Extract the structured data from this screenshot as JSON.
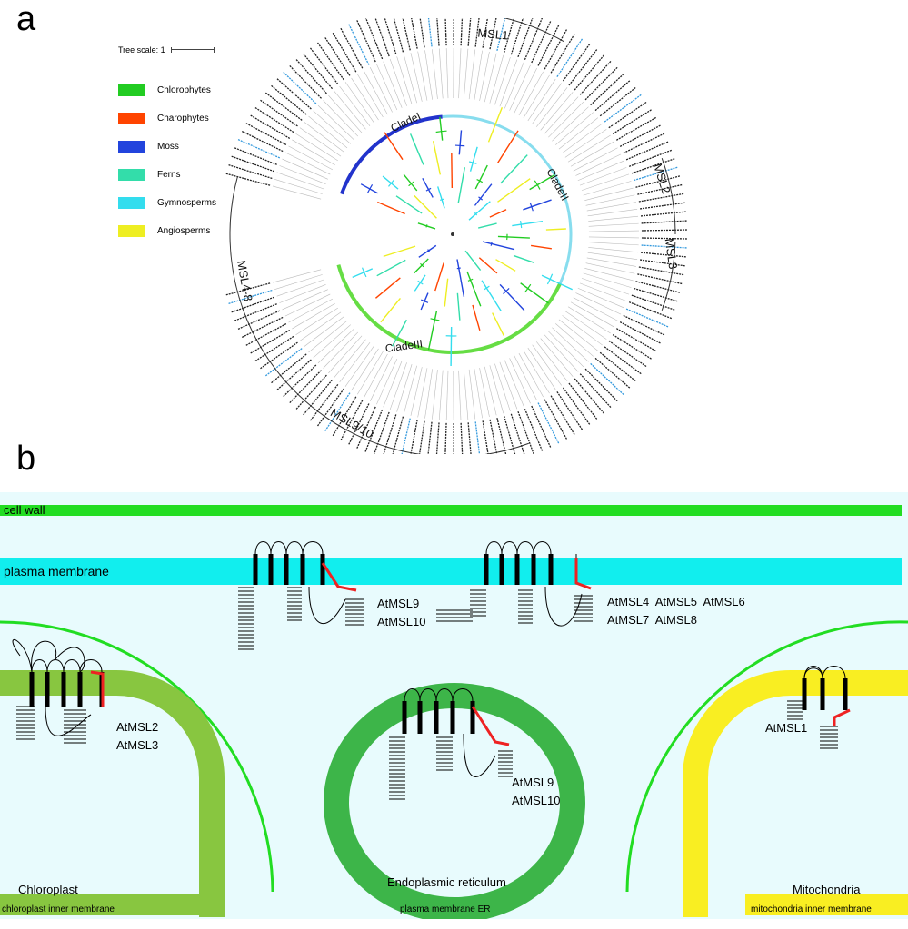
{
  "panels": {
    "a": "a",
    "b": "b"
  },
  "legend": {
    "tree_scale_label": "Tree scale: 1",
    "items": [
      {
        "label": "Chlorophytes",
        "color": "#22cc22"
      },
      {
        "label": "Charophytes",
        "color": "#ff4400"
      },
      {
        "label": "Moss",
        "color": "#2244dd"
      },
      {
        "label": "Ferns",
        "color": "#33ddaa"
      },
      {
        "label": "Gymnosperms",
        "color": "#33ddee"
      },
      {
        "label": "Angiosperms",
        "color": "#eeee22"
      }
    ]
  },
  "tree": {
    "clades": {
      "I": "CladeI",
      "II": "CladeII",
      "III": "CladeIII"
    },
    "groups": {
      "msl1": "MSL1",
      "msl2": "MSL2",
      "msl3": "MSL3",
      "msl48": "MSL4-8",
      "msl910": "MSL9/10"
    },
    "clade_colors": {
      "I": "#2233cc",
      "II": "#88ddee",
      "III": "#66dd44"
    }
  },
  "cell": {
    "cell_wall": "cell wall",
    "plasma_membrane": "plasma membrane",
    "pm_proteins_left": [
      "AtMSL9",
      "AtMSL10"
    ],
    "pm_proteins_right": [
      "AtMSL4  AtMSL5  AtMSL6",
      "AtMSL7  AtMSL8"
    ],
    "chloroplast": {
      "name": "Chloroplast",
      "membrane": "chloroplast inner membrane",
      "proteins": [
        "AtMSL2",
        "AtMSL3"
      ]
    },
    "er": {
      "name": "Endoplasmic reticulum",
      "membrane": "plasma membrane ER",
      "proteins": [
        "AtMSL9",
        "AtMSL10"
      ]
    },
    "mito": {
      "name": "Mitochondria",
      "membrane": "mitochondria inner membrane",
      "proteins": [
        "AtMSL1"
      ]
    },
    "colors": {
      "cell_wall": "#22dd22",
      "pm": "#11eeee",
      "chloroplast": "#88c640",
      "er": "#3db549",
      "mito": "#f9ee22",
      "bg": "#e8fbfd",
      "hinge": "#ee2222"
    }
  }
}
